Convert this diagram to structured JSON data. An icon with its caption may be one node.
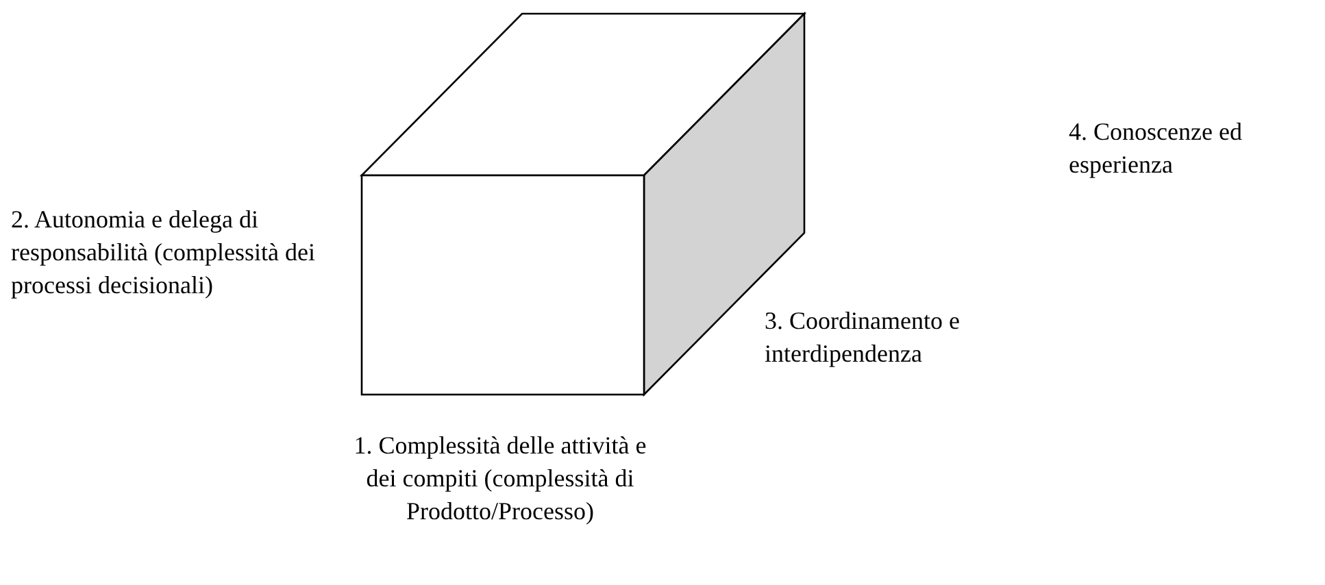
{
  "diagram": {
    "labels": [
      "4. Conoscenze ed esperienza",
      "2. Autonomia e delega di responsabilità (complessità dei processi decisionali)",
      "3. Coordinamento e interdipendenza",
      "1. Complessità delle attività e dei compiti (complessità di Prodotto/Processo)"
    ]
  }
}
